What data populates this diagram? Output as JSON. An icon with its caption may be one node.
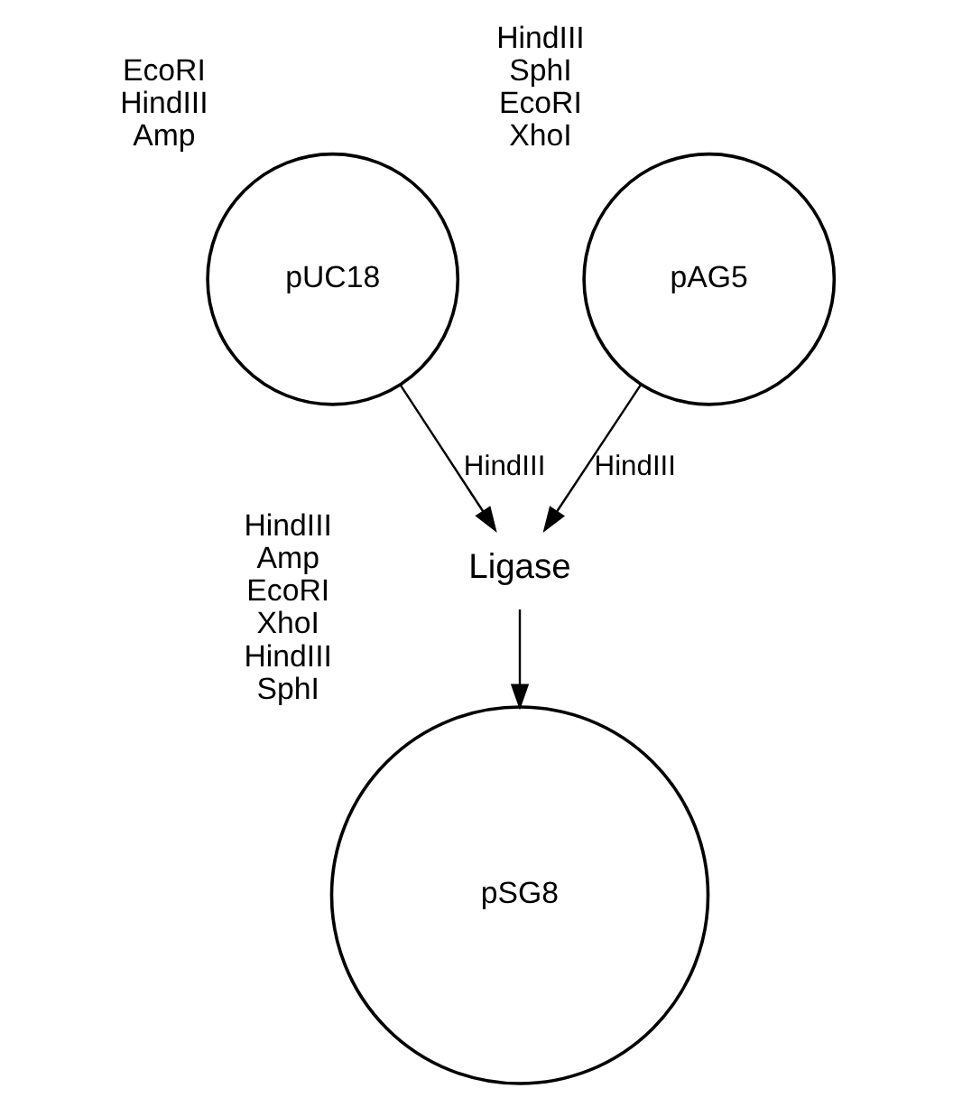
{
  "diagram": {
    "nodes": [
      {
        "text": [
          "pUC18"
        ],
        "beside": [
          "EcoRI",
          "HindIII",
          "Amp"
        ]
      },
      {
        "text": [
          "pAG5"
        ],
        "beside": [
          "HindIII",
          "SphI",
          "EcoRI",
          "XhoI"
        ]
      },
      {
        "text": [
          "Ligase"
        ]
      },
      {
        "text": [
          "pSG8"
        ],
        "beside": [
          "HindIII",
          "Amp",
          "EcoRI",
          "XhoI",
          "HindIII",
          "SphI"
        ]
      }
    ],
    "edges": [
      {
        "from": 0,
        "to": 2,
        "arrow": "to",
        "label": "HindIII"
      },
      {
        "from": 1,
        "to": 2,
        "arrow": "to",
        "label": "HindIII"
      },
      {
        "from": 2,
        "to": 3,
        "arrow": "to"
      }
    ]
  }
}
